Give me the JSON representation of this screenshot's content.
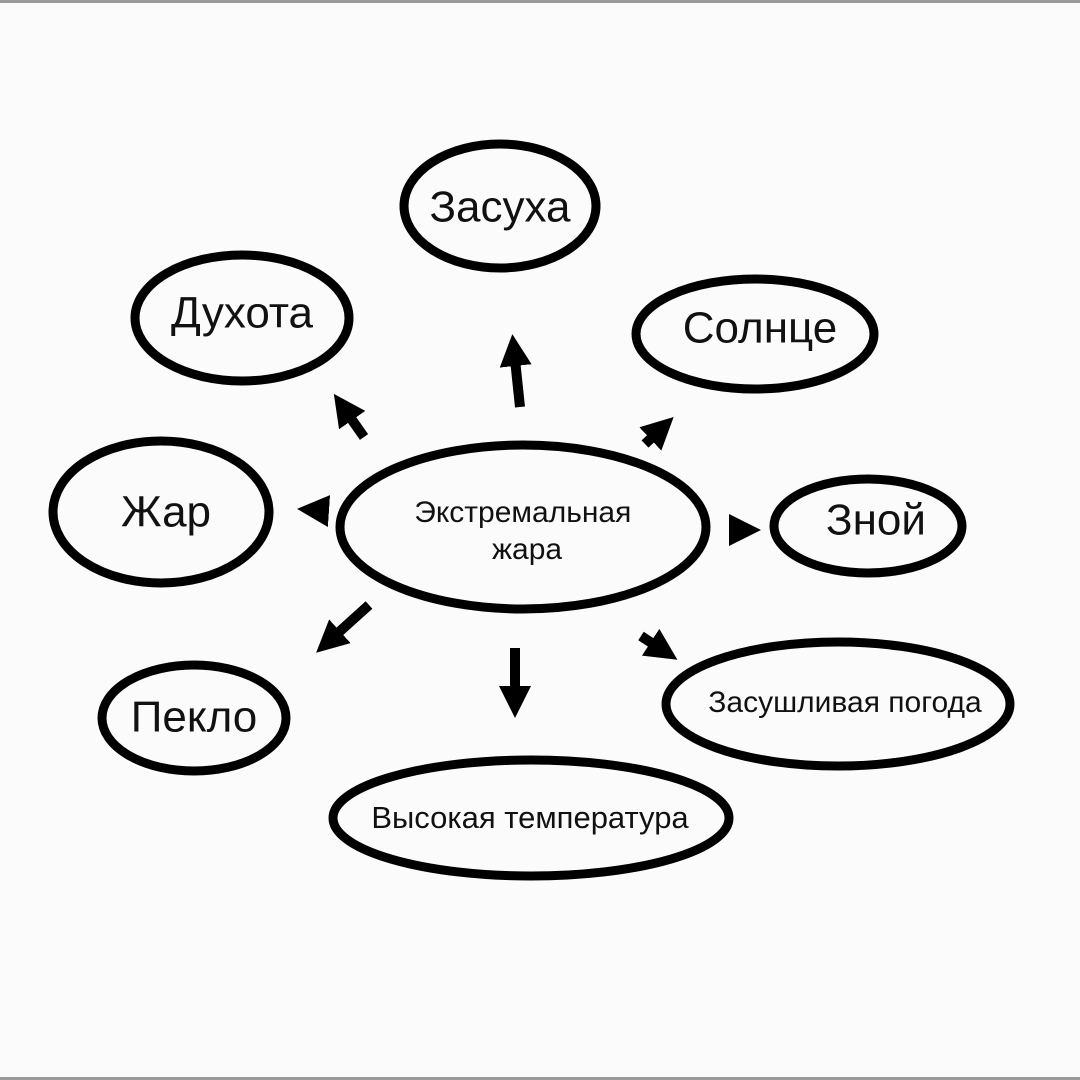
{
  "diagram": {
    "center": {
      "lines": [
        "Экстремальная",
        "жара"
      ]
    },
    "nodes": {
      "zasukha": "Засуха",
      "dukhota": "Духота",
      "solntse": "Солнце",
      "zhar": "Жар",
      "znoy": "Зной",
      "peklo": "Пекло",
      "zasushlivaya": "Засушливая погода",
      "vysokaya": "Высокая температура"
    }
  },
  "colors": {
    "stroke": "#000000",
    "background": "#fbfbfb",
    "border": "#9a9a9a"
  }
}
